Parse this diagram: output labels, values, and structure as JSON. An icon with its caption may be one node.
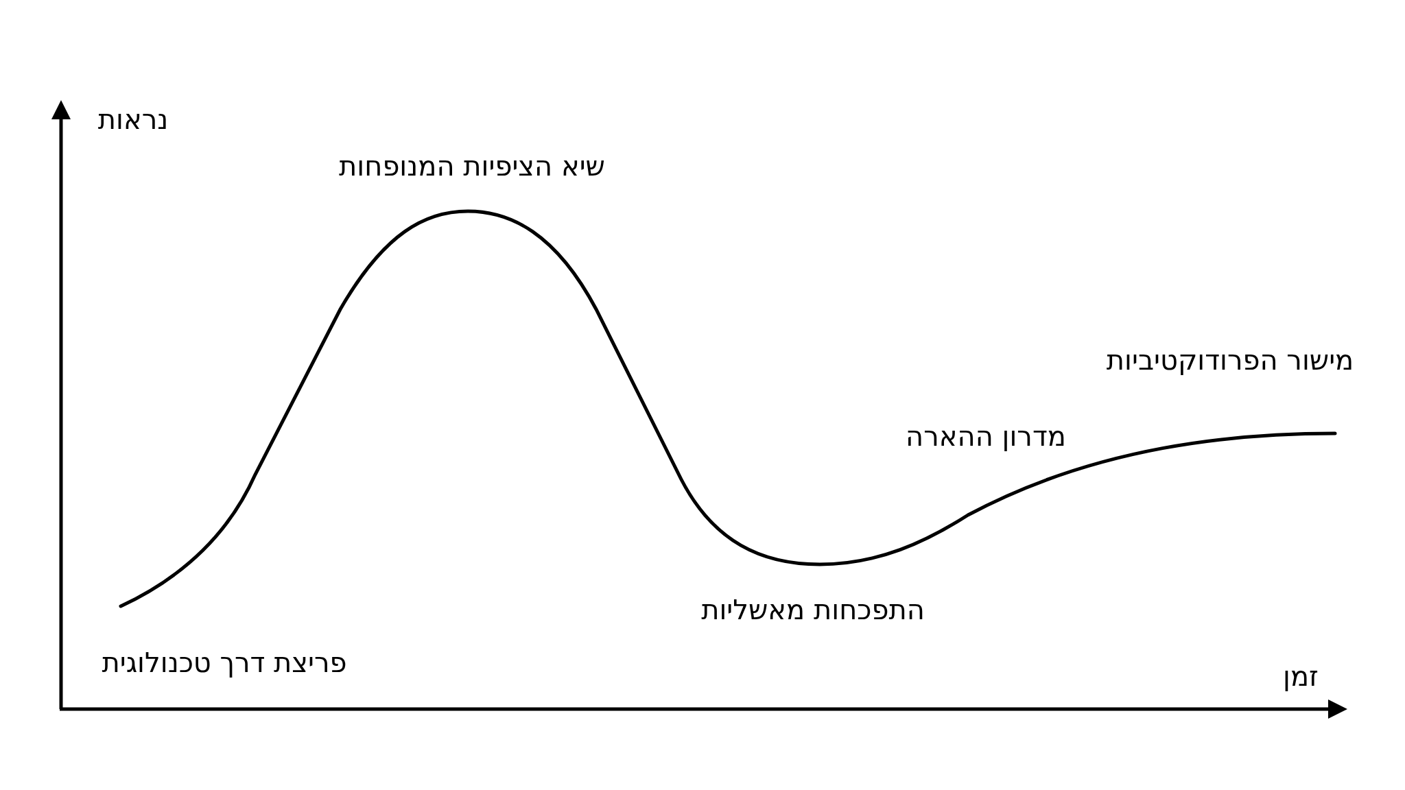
{
  "diagram": {
    "labels": [
      "נראות",
      "שיא הציפיות המנופחות",
      "מישור הפרודוקטיביות",
      "מדרון ההארה",
      "התפכחות מאשליות",
      "פריצת דרך טכנולוגית",
      "זמן"
    ]
  }
}
